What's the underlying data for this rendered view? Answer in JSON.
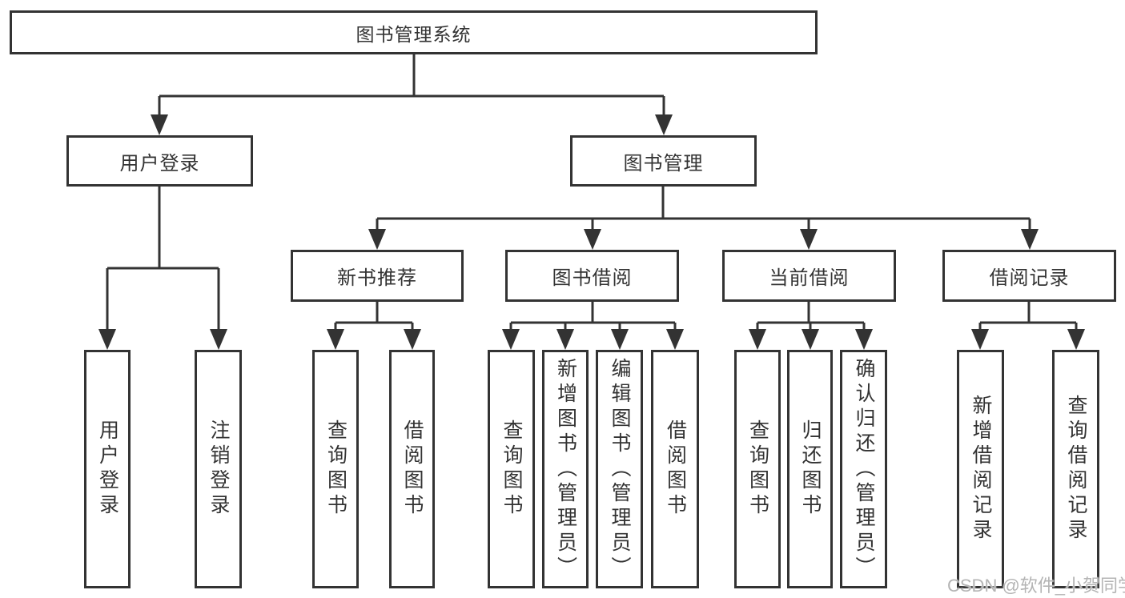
{
  "tree": {
    "root": {
      "label": "图书管理系统"
    },
    "branches": [
      {
        "label": "用户登录",
        "children": [
          {
            "label": "用户登录"
          },
          {
            "label": "注销登录"
          }
        ]
      },
      {
        "label": "图书管理",
        "children": [
          {
            "label": "新书推荐",
            "children": [
              {
                "label": "查询图书"
              },
              {
                "label": "借阅图书"
              }
            ]
          },
          {
            "label": "图书借阅",
            "children": [
              {
                "label": "查询图书"
              },
              {
                "label": "新增图书（管理员）"
              },
              {
                "label": "编辑图书（管理员）"
              },
              {
                "label": "借阅图书"
              }
            ]
          },
          {
            "label": "当前借阅",
            "children": [
              {
                "label": "查询图书"
              },
              {
                "label": "归还图书"
              },
              {
                "label": "确认归还（管理员）"
              }
            ]
          },
          {
            "label": "借阅记录",
            "children": [
              {
                "label": "新增借阅记录"
              },
              {
                "label": "查询借阅记录"
              }
            ]
          }
        ]
      }
    ]
  },
  "watermark": {
    "text": "CSDN @软件_小贺同学"
  },
  "colors": {
    "line": "#333333",
    "text": "#333333",
    "box_fill": "#ffffff",
    "watermark": "#b4b4b4",
    "background": "#ffffff"
  }
}
